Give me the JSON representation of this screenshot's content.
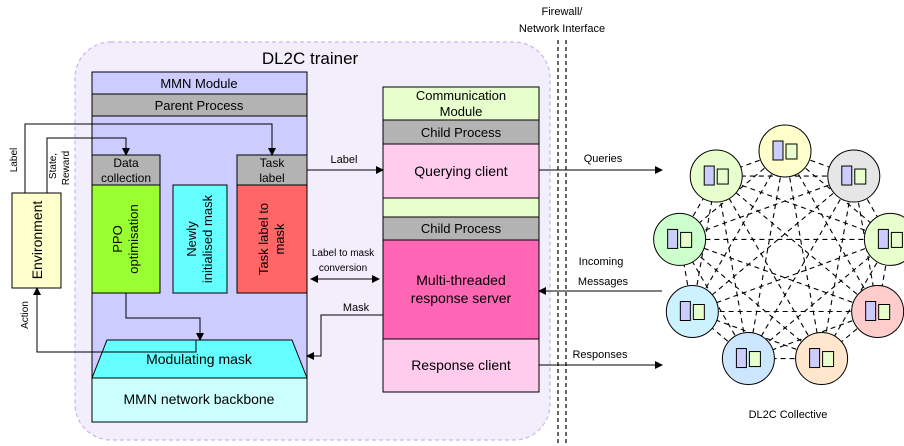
{
  "firewall": {
    "line1": "Firewall/",
    "line2": "Network Interface"
  },
  "trainer": {
    "title": "DL2C trainer"
  },
  "mmn": {
    "module": "MMN Module",
    "parent_process": "Parent Process",
    "data_collection_1": "Data",
    "data_collection_2": "collection",
    "task_label_1": "Task",
    "task_label_2": "label",
    "ppo_1": "PPO",
    "ppo_2": "optimisation",
    "newly_1": "Newly",
    "newly_2": "initialised mask",
    "task_to_mask_1": "Task label to",
    "task_to_mask_2": "mask",
    "modulating_mask": "Modulating mask",
    "backbone": "MMN network backbone"
  },
  "comm": {
    "module_1": "Communication",
    "module_2": "Module",
    "child_process_1": "Child Process",
    "querying_client": "Querying client",
    "child_process_2": "Child Process",
    "server_1": "Multi-threaded",
    "server_2": "response server",
    "response_client": "Response client"
  },
  "environment": {
    "label": "Environment"
  },
  "arrows": {
    "label_left": "Label",
    "state": "State,",
    "reward": "Reward",
    "action": "Action",
    "label_mid": "Label",
    "label_to_mask_1": "Label to mask",
    "label_to_mask_2": "conversion",
    "mask": "Mask",
    "queries": "Queries",
    "incoming_1": "Incoming",
    "incoming_2": "Messages",
    "responses": "Responses"
  },
  "collective": {
    "label": "DL2C Collective"
  },
  "colors": {
    "trainer_bg": "#f3eefb",
    "mmn_bg": "#ccccff",
    "grey": "#b3b3b3",
    "green": "#99ff33",
    "cyan": "#66ffff",
    "red": "#ff6666",
    "comm_green": "#e6ffcc",
    "query_pink": "#ffccee",
    "server_pink": "#ff66b3",
    "env_yellow": "#ffffcc",
    "backbone_cyan": "#ccffff"
  }
}
